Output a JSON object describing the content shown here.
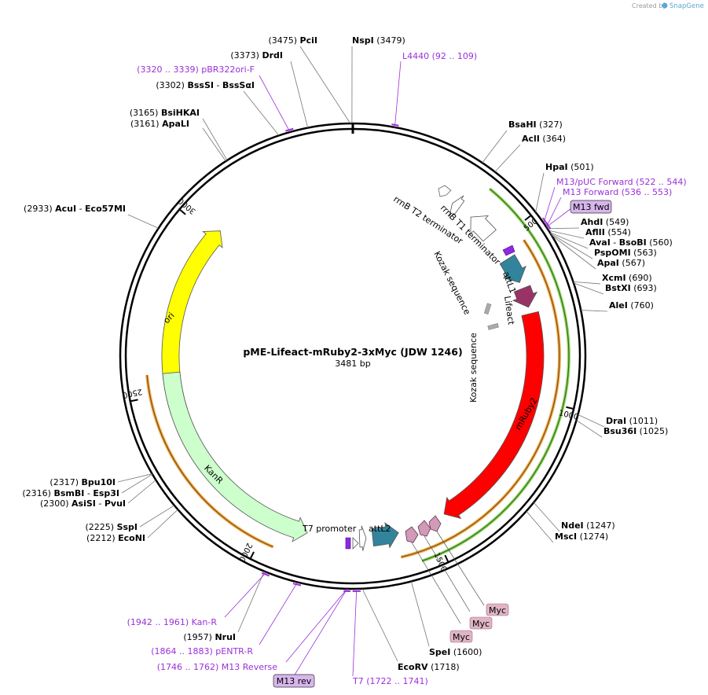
{
  "credit": {
    "prefix": "Created by",
    "brand": "SnapGene"
  },
  "plasmid": {
    "name": "pME-Lifeact-mRuby2-3xMyc (JDW 1246)",
    "size_label": "3481 bp",
    "length": 3481
  },
  "ticks": [
    {
      "pos": 500,
      "label": "500"
    },
    {
      "pos": 1000,
      "label": "1000"
    },
    {
      "pos": 1500,
      "label": "1500"
    },
    {
      "pos": 2000,
      "label": "2000"
    },
    {
      "pos": 2500,
      "label": "2500"
    },
    {
      "pos": 3000,
      "label": "3000"
    }
  ],
  "enzymes": [
    {
      "id": "pcii",
      "parts": [
        {
          "t": "(3475)  ",
          "b": false
        },
        {
          "t": "PciI",
          "b": true
        }
      ],
      "anchor": "end",
      "pos": 3475
    },
    {
      "id": "nspi",
      "parts": [
        {
          "t": "NspI",
          "b": true
        },
        {
          "t": "   (3479)",
          "b": false
        }
      ],
      "anchor": "start",
      "pos": 3479
    },
    {
      "id": "drdi",
      "parts": [
        {
          "t": "(3373)  ",
          "b": false
        },
        {
          "t": "DrdI",
          "b": true
        }
      ],
      "anchor": "end",
      "pos": 3373
    },
    {
      "id": "bsssi",
      "parts": [
        {
          "t": "(3302)  ",
          "b": false
        },
        {
          "t": "BssSI",
          "b": true
        },
        {
          "t": "  - ",
          "b": false
        },
        {
          "t": "BssSαI",
          "b": true
        }
      ],
      "anchor": "end",
      "pos": 3302
    },
    {
      "id": "bsihkai",
      "parts": [
        {
          "t": "(3165)  ",
          "b": false
        },
        {
          "t": "BsiHKAI",
          "b": true
        }
      ],
      "anchor": "end",
      "pos": 3165
    },
    {
      "id": "apali",
      "parts": [
        {
          "t": "(3161)  ",
          "b": false
        },
        {
          "t": "ApaLI",
          "b": true
        }
      ],
      "anchor": "end",
      "pos": 3161
    },
    {
      "id": "acui",
      "parts": [
        {
          "t": "(2933)  ",
          "b": false
        },
        {
          "t": "AcuI",
          "b": true
        },
        {
          "t": "   - ",
          "b": false
        },
        {
          "t": "Eco57MI",
          "b": true
        }
      ],
      "anchor": "end",
      "pos": 2933
    },
    {
      "id": "bsahi",
      "parts": [
        {
          "t": "BsaHI",
          "b": true
        },
        {
          "t": "   (327)",
          "b": false
        }
      ],
      "anchor": "start",
      "pos": 327
    },
    {
      "id": "acli",
      "parts": [
        {
          "t": "AclI",
          "b": true
        },
        {
          "t": "   (364)",
          "b": false
        }
      ],
      "anchor": "start",
      "pos": 364
    },
    {
      "id": "hpai",
      "parts": [
        {
          "t": "HpaI",
          "b": true
        },
        {
          "t": "   (501)",
          "b": false
        }
      ],
      "anchor": "start",
      "pos": 501
    },
    {
      "id": "ahdi",
      "parts": [
        {
          "t": "AhdI",
          "b": true
        },
        {
          "t": "   (549)",
          "b": false
        }
      ],
      "anchor": "start",
      "pos": 549
    },
    {
      "id": "aflii",
      "parts": [
        {
          "t": "AflII",
          "b": true
        },
        {
          "t": "   (554)",
          "b": false
        }
      ],
      "anchor": "start",
      "pos": 554
    },
    {
      "id": "avai",
      "parts": [
        {
          "t": "AvaI",
          "b": true
        },
        {
          "t": "  - ",
          "b": false
        },
        {
          "t": "BsoBI",
          "b": true
        },
        {
          "t": "   (560)",
          "b": false
        }
      ],
      "anchor": "start",
      "pos": 560
    },
    {
      "id": "pspomi",
      "parts": [
        {
          "t": "PspOMI",
          "b": true
        },
        {
          "t": "   (563)",
          "b": false
        }
      ],
      "anchor": "start",
      "pos": 563
    },
    {
      "id": "apai",
      "parts": [
        {
          "t": "ApaI",
          "b": true
        },
        {
          "t": "   (567)",
          "b": false
        }
      ],
      "anchor": "start",
      "pos": 567
    },
    {
      "id": "xcmi",
      "parts": [
        {
          "t": "XcmI",
          "b": true
        },
        {
          "t": "   (690)",
          "b": false
        }
      ],
      "anchor": "start",
      "pos": 690
    },
    {
      "id": "bstxi",
      "parts": [
        {
          "t": "BstXI",
          "b": true
        },
        {
          "t": "   (693)",
          "b": false
        }
      ],
      "anchor": "start",
      "pos": 693
    },
    {
      "id": "alei",
      "parts": [
        {
          "t": "AleI",
          "b": true
        },
        {
          "t": "   (760)",
          "b": false
        }
      ],
      "anchor": "start",
      "pos": 760
    },
    {
      "id": "drai",
      "parts": [
        {
          "t": "DraI",
          "b": true
        },
        {
          "t": "   (1011)",
          "b": false
        }
      ],
      "anchor": "start",
      "pos": 1011
    },
    {
      "id": "bsu36i",
      "parts": [
        {
          "t": "Bsu36I",
          "b": true
        },
        {
          "t": "   (1025)",
          "b": false
        }
      ],
      "anchor": "start",
      "pos": 1025
    },
    {
      "id": "ndei",
      "parts": [
        {
          "t": "NdeI",
          "b": true
        },
        {
          "t": "   (1247)",
          "b": false
        }
      ],
      "anchor": "start",
      "pos": 1247
    },
    {
      "id": "msci",
      "parts": [
        {
          "t": "MscI",
          "b": true
        },
        {
          "t": "   (1274)",
          "b": false
        }
      ],
      "anchor": "start",
      "pos": 1274
    },
    {
      "id": "spei",
      "parts": [
        {
          "t": "SpeI",
          "b": true
        },
        {
          "t": "   (1600)",
          "b": false
        }
      ],
      "anchor": "start",
      "pos": 1600
    },
    {
      "id": "ecorv",
      "parts": [
        {
          "t": "EcoRV",
          "b": true
        },
        {
          "t": "   (1718)",
          "b": false
        }
      ],
      "anchor": "start",
      "pos": 1718
    },
    {
      "id": "nrui",
      "parts": [
        {
          "t": "(1957)  ",
          "b": false
        },
        {
          "t": "NruI",
          "b": true
        }
      ],
      "anchor": "end",
      "pos": 1957
    },
    {
      "id": "sspi",
      "parts": [
        {
          "t": "(2225)  ",
          "b": false
        },
        {
          "t": "SspI",
          "b": true
        }
      ],
      "anchor": "end",
      "pos": 2225
    },
    {
      "id": "econi",
      "parts": [
        {
          "t": "(2212)  ",
          "b": false
        },
        {
          "t": "EcoNI",
          "b": true
        }
      ],
      "anchor": "end",
      "pos": 2212
    },
    {
      "id": "bpu10i",
      "parts": [
        {
          "t": "(2317)  ",
          "b": false
        },
        {
          "t": "Bpu10I",
          "b": true
        }
      ],
      "anchor": "end",
      "pos": 2317
    },
    {
      "id": "bsmbi",
      "parts": [
        {
          "t": "(2316)  ",
          "b": false
        },
        {
          "t": "BsmBI",
          "b": true
        },
        {
          "t": "   - ",
          "b": false
        },
        {
          "t": "Esp3I",
          "b": true
        }
      ],
      "anchor": "end",
      "pos": 2316
    },
    {
      "id": "asisi",
      "parts": [
        {
          "t": "(2300)  ",
          "b": false
        },
        {
          "t": "AsiSI",
          "b": true
        },
        {
          "t": "   - ",
          "b": false
        },
        {
          "t": "PvuI",
          "b": true
        }
      ],
      "anchor": "end",
      "pos": 2300
    }
  ],
  "primers": [
    {
      "id": "l4440",
      "parts": [
        {
          "t": "L4440",
          "b": false
        },
        {
          "t": "    (92 .. 109)",
          "b": false
        }
      ],
      "anchor": "start",
      "start": 92,
      "end": 109,
      "boxed": false
    },
    {
      "id": "pbr322ori",
      "parts": [
        {
          "t": "(3320 .. 3339)  pBR322ori-F",
          "b": false
        }
      ],
      "anchor": "end",
      "start": 3320,
      "end": 3339,
      "boxed": false
    },
    {
      "id": "m13puc",
      "parts": [
        {
          "t": "M13/pUC Forward",
          "b": false
        },
        {
          "t": "    (522 .. 544)",
          "b": false
        }
      ],
      "anchor": "start",
      "start": 522,
      "end": 544,
      "boxed": false
    },
    {
      "id": "m13fwd",
      "parts": [
        {
          "t": "M13 Forward",
          "b": false
        },
        {
          "t": "    (536 .. 553)",
          "b": false
        }
      ],
      "anchor": "start",
      "start": 536,
      "end": 553,
      "boxed": false
    },
    {
      "id": "m13fwdbox",
      "parts": [
        {
          "t": "M13 fwd",
          "b": false
        }
      ],
      "anchor": "start",
      "start": 536,
      "end": 553,
      "boxed": true,
      "box_color": "#d7b6ec"
    },
    {
      "id": "kanr-p",
      "parts": [
        {
          "t": "(1942 .. 1961)  Kan-R",
          "b": false
        }
      ],
      "anchor": "end",
      "start": 1942,
      "end": 1961,
      "boxed": false
    },
    {
      "id": "pentr",
      "parts": [
        {
          "t": "(1864 .. 1883)  pENTR-R",
          "b": false
        }
      ],
      "anchor": "end",
      "start": 1864,
      "end": 1883,
      "boxed": false
    },
    {
      "id": "m13rev",
      "parts": [
        {
          "t": "(1746 .. 1762)  M13 Reverse",
          "b": false
        }
      ],
      "anchor": "end",
      "start": 1746,
      "end": 1762,
      "boxed": false
    },
    {
      "id": "m13revbox",
      "parts": [
        {
          "t": "M13 rev",
          "b": false
        }
      ],
      "anchor": "middle",
      "start": 1746,
      "end": 1762,
      "boxed": true,
      "box_color": "#d7b6ec"
    },
    {
      "id": "t7",
      "parts": [
        {
          "t": "T7",
          "b": false
        },
        {
          "t": "    (1722 .. 1741)",
          "b": false
        }
      ],
      "anchor": "start",
      "start": 1722,
      "end": 1741,
      "boxed": false
    }
  ],
  "myc_tags": [
    {
      "id": "myc1",
      "label": "Myc"
    },
    {
      "id": "myc2",
      "label": "Myc"
    },
    {
      "id": "myc3",
      "label": "Myc"
    }
  ],
  "features": [
    {
      "id": "ori",
      "label": "ori",
      "start": 2440,
      "end": 3030,
      "direction": "cw",
      "color": "#ffff00",
      "radius": 232,
      "width": 22
    },
    {
      "id": "kanr",
      "label": "KanR",
      "start": 1880,
      "end": 2560,
      "direction": "ccw",
      "color": "#ccffcc",
      "radius": 232,
      "width": 22
    },
    {
      "id": "mruby2",
      "label": "mRuby2",
      "start": 740,
      "end": 1450,
      "direction": "cw",
      "color": "#ff0000",
      "radius": 232,
      "width": 22
    },
    {
      "id": "lifeact",
      "label": "Lifeact",
      "start": 660,
      "end": 720,
      "direction": "cw",
      "color": "#993366",
      "radius": 232,
      "width": 22
    },
    {
      "id": "attl1",
      "label": "attL1",
      "start": 560,
      "end": 640,
      "direction": "cw",
      "color": "#31849b",
      "radius": 232,
      "width": 22
    },
    {
      "id": "attl2",
      "label": "attL2",
      "start": 1600,
      "end": 1680,
      "direction": "ccw",
      "color": "#31849b",
      "radius": 232,
      "width": 22
    },
    {
      "id": "rrnbt1",
      "label": "rrnB T1 terminator",
      "start": 390,
      "end": 470,
      "direction": "ccw",
      "color": "#ffffff",
      "radius": 232,
      "width": 22
    },
    {
      "id": "rrnbt2",
      "label": "rrnB T2 terminator",
      "start": 320,
      "end": 345,
      "direction": "ccw",
      "color": "#ffffff",
      "radius": 232,
      "width": 22
    },
    {
      "id": "t7prom",
      "label": "T7 promoter",
      "start": 1700,
      "end": 1720,
      "direction": "ccw",
      "color": "#ffffff",
      "radius": 232,
      "width": 22
    }
  ],
  "labels": {
    "kozak1": "Kozak sequence",
    "kozak2": "Kozak sequence",
    "lac1": "",
    "t7promoter": "T7 promoter",
    "attl2": "attL2",
    "attl1": "attL1",
    "lifeact": "Lifeact",
    "rrnbt1": "rrnB T1 terminator",
    "rrnbt2": "rrnB T2 terminator",
    "ori": "ori",
    "kanr": "KanR",
    "mruby2": "mRuby2"
  },
  "colors": {
    "backbone": "#000000",
    "orange_arc": "#f0a030",
    "green_arc": "#5ab52a",
    "primer_purple": "#9b30d9",
    "myc_fill": "#cf9bb6"
  }
}
